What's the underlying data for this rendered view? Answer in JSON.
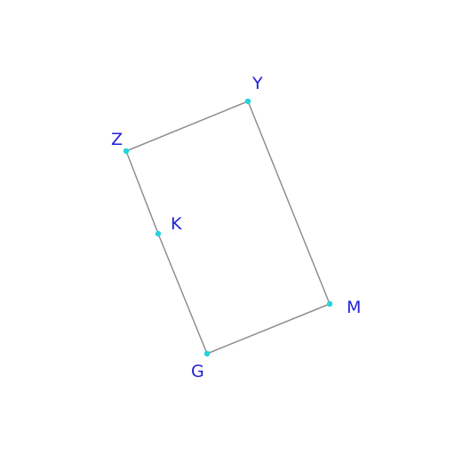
{
  "diagram": {
    "points": {
      "Y": "Y",
      "Z": "Z",
      "K": "K",
      "G": "G",
      "M": "M"
    },
    "edges": [
      [
        "Z",
        "Y"
      ],
      [
        "Y",
        "M"
      ],
      [
        "M",
        "G"
      ],
      [
        "G",
        "K"
      ],
      [
        "K",
        "Z"
      ]
    ],
    "colors": {
      "edge": "#8f8f8f",
      "point": "#22d3dd",
      "label": "#1f1fd6"
    }
  }
}
